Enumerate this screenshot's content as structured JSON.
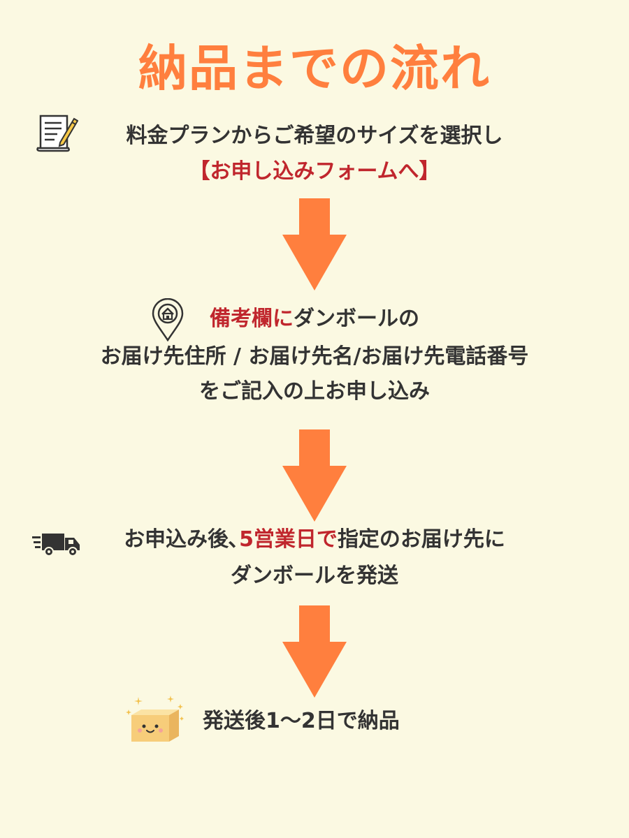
{
  "title": "納品までの流れ",
  "step1": {
    "line1": "料金プランからご希望のサイズを選択し",
    "link": "【お申し込みフォームへ】"
  },
  "step2": {
    "line1_highlight": "備考欄に",
    "line1_rest": "ダンボールの",
    "line2": "お届け先住所 / お届け先名/お届け先電話番号",
    "line3": "をご記入の上お申し込み"
  },
  "step3": {
    "line1_pre": "お申込み後､",
    "line1_highlight": "5営業日で",
    "line1_rest": "指定のお届け先に",
    "line2": "ダンボールを発送"
  },
  "step4": {
    "line1": "発送後1〜2日で納品"
  },
  "colors": {
    "background": "#fbf9e2",
    "accent": "#ff7f3e",
    "highlight": "#c0262d",
    "text": "#333333"
  },
  "icons": {
    "step1": "document-pencil-icon",
    "step2": "location-pin-house-icon",
    "step3": "delivery-truck-icon",
    "step4": "smiling-box-icon",
    "arrows": "arrow-down-icon"
  }
}
